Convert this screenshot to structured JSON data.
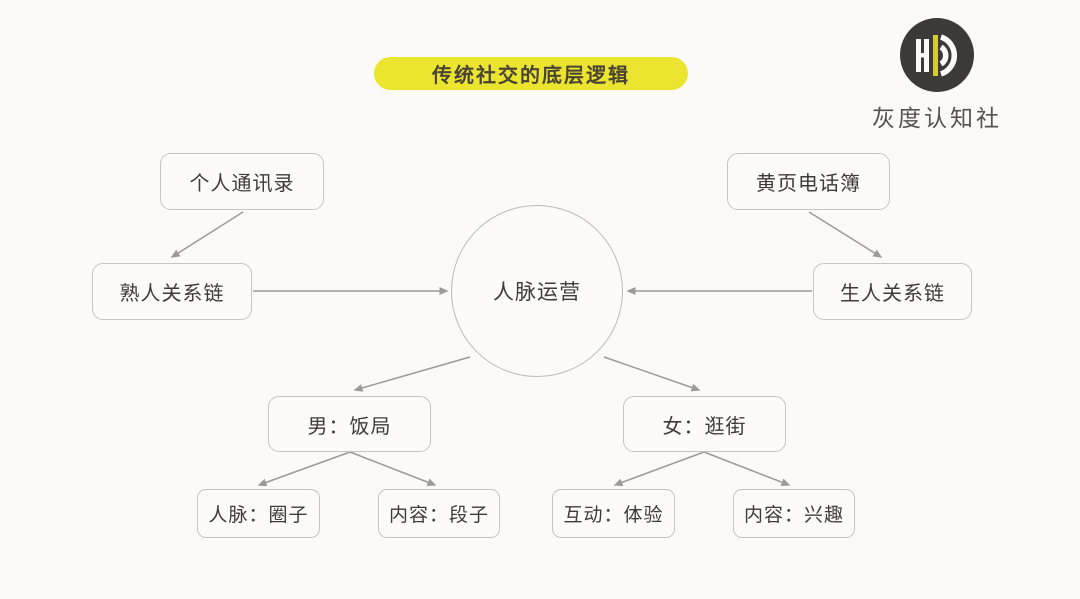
{
  "title": {
    "label": "传统社交的底层逻辑",
    "pill_color": "#ece52f",
    "text_color": "#4a4433"
  },
  "logo": {
    "monogram": "HD",
    "name": "灰度认知社",
    "circle_color": "#3b3a39",
    "accent_color": "#d8c930"
  },
  "center": {
    "label": "人脉运营"
  },
  "nodes": {
    "personal_contacts": {
      "label": "个人通讯录"
    },
    "yellow_pages": {
      "label": "黄页电话簿"
    },
    "acquaintance_chain": {
      "label": "熟人关系链"
    },
    "stranger_chain": {
      "label": "生人关系链"
    },
    "men_dinner": {
      "label": "男：饭局"
    },
    "women_shopping": {
      "label": "女：逛街"
    },
    "network_circle": {
      "label": "人脉：圈子"
    },
    "content_jokes": {
      "label": "内容：段子"
    },
    "interaction_experience": {
      "label": "互动：体验"
    },
    "content_interest": {
      "label": "内容：兴趣"
    }
  },
  "edges": [
    {
      "from": "个人通讯录",
      "to": "熟人关系链"
    },
    {
      "from": "熟人关系链",
      "to": "人脉运营"
    },
    {
      "from": "黄页电话簿",
      "to": "生人关系链"
    },
    {
      "from": "生人关系链",
      "to": "人脉运营"
    },
    {
      "from": "人脉运营",
      "to": "男：饭局"
    },
    {
      "from": "人脉运营",
      "to": "女：逛街"
    },
    {
      "from": "男：饭局",
      "to": "人脉：圈子"
    },
    {
      "from": "男：饭局",
      "to": "内容：段子"
    },
    {
      "from": "女：逛街",
      "to": "互动：体验"
    },
    {
      "from": "女：逛街",
      "to": "内容：兴趣"
    }
  ],
  "colors": {
    "background": "#fbfaf9",
    "node_border": "#c6c5c3",
    "arrow": "#9a9a99"
  }
}
